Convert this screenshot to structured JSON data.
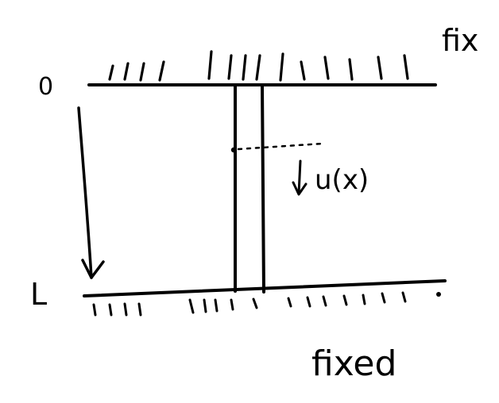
{
  "labels": {
    "top_boundary": "fix",
    "bottom_boundary": "fixed",
    "origin": "0",
    "length": "L",
    "displacement": "u(x)"
  },
  "colors": {
    "ink": "#000000",
    "background": "#ffffff"
  }
}
